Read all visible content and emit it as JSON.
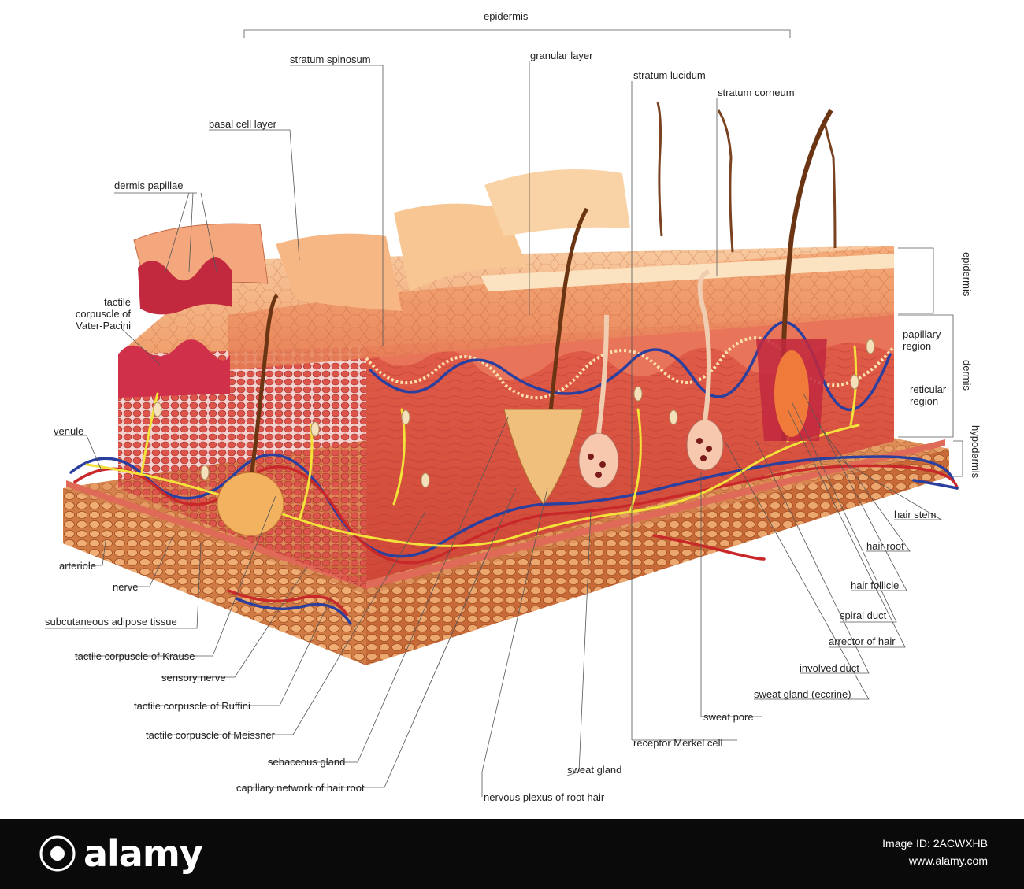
{
  "labels": {
    "top_epidermis": "epidermis",
    "stratum_spinosum": "stratum spinosum",
    "granular_layer": "granular layer",
    "stratum_lucidum": "stratum lucidum",
    "stratum_corneum": "stratum corneum",
    "basal_cell_layer": "basal cell layer",
    "dermis_papillae": "dermis papillae",
    "vater_pacini": "tactile\ncorpuscle of\nVater-Pacini",
    "venule": "venule",
    "arteriole": "arteriole",
    "nerve": "nerve",
    "subcutaneous_adipose": "subcutaneous adipose tissue",
    "krause": "tactile corpuscle of Krause",
    "sensory_nerve": "sensory nerve",
    "ruffini": "tactile corpuscle of Ruffini",
    "meissner": "tactile corpuscle of Meissner",
    "sebaceous_gland": "sebaceous gland",
    "capillary_network": "capillary network of hair root",
    "nervous_plexus": "nervous plexus of root hair",
    "sweat_gland": "sweat gland",
    "merkel": "receptor Merkel cell",
    "sweat_pore": "sweat pore",
    "sweat_gland_eccrine": "sweat gland (eccrine)",
    "involved_duct": "involved duct",
    "arrector": "arrector of hair",
    "spiral_duct": "spiral duct",
    "hair_follicle": "hair follicle",
    "hair_root": "hair root",
    "hair_stem": "hair stem",
    "papillary_region": "papillary\nregion",
    "reticular_region": "reticular\nregion",
    "side_epidermis": "epidermis",
    "side_dermis": "dermis",
    "side_hypodermis": "hypodermis"
  },
  "footer": {
    "brand": "alamy",
    "image_id_line": "Image ID: 2ACWXHB",
    "site": "www.alamy.com"
  },
  "colors": {
    "epidermis": "#f2a877",
    "dermis": "#d95a4e",
    "adipose": "#d98a54",
    "vein": "#2a3f9e",
    "artery": "#c8282a",
    "nerve": "#f3e23a",
    "footer_bg": "#0a0a0a"
  }
}
